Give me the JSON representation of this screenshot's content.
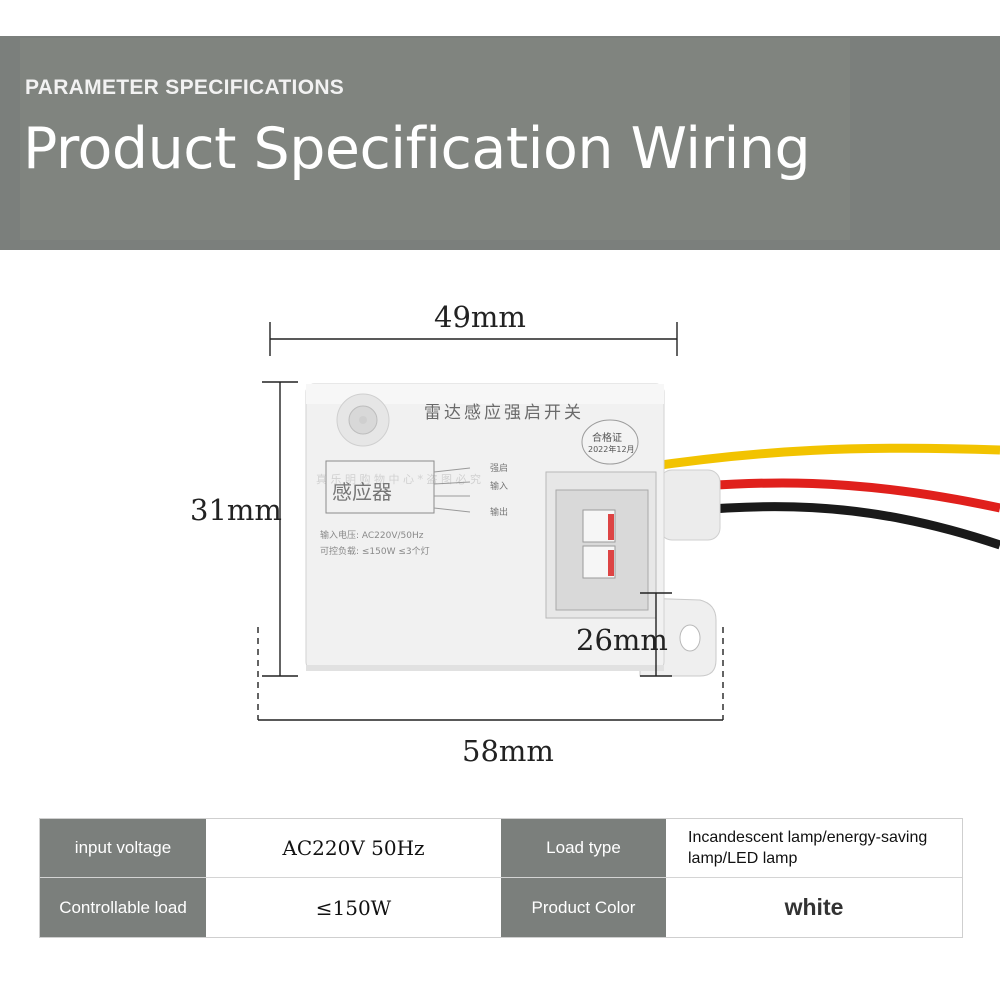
{
  "header": {
    "subtitle": "PARAMETER SPECIFICATIONS",
    "title": "Product Specification Wiring"
  },
  "diagram": {
    "dimensions": {
      "width": "49mm",
      "height": "31mm",
      "terminal_height": "26mm",
      "total_length": "58mm"
    },
    "device_labels": {
      "top_text": "雷达感应强启开关",
      "cert_badge_line1": "合格证",
      "cert_badge_line2": "2022年12月",
      "module_label": "感应器",
      "terminal_a": "强启",
      "terminal_n": "输入",
      "terminal_l": "输出",
      "spec_line1": "输入电压: AC220V/50Hz",
      "spec_line2": "可控负载: ≤150W ≤3个灯",
      "watermark": "真 乐 明 购 物 中 心   * 盗 图 必 究"
    },
    "wire_colors": [
      "#f2c300",
      "#e0201c",
      "#1a1a1a"
    ]
  },
  "specs": {
    "input_voltage_label": "input voltage",
    "input_voltage_value": "AC220V 50Hz",
    "load_type_label": "Load type",
    "load_type_value": "Incandescent lamp/energy-saving lamp/LED lamp",
    "controllable_load_label": "Controllable load",
    "controllable_load_value": "≤150W",
    "product_color_label": "Product Color",
    "product_color_value": "white"
  }
}
